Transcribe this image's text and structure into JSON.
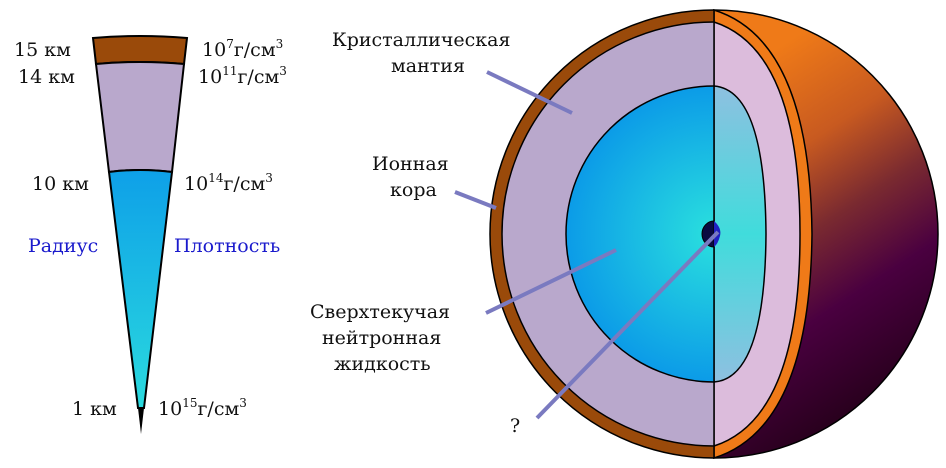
{
  "wedge": {
    "radius_labels": [
      "15 км",
      "14 км",
      "10 км",
      "1 км"
    ],
    "density_labels": [
      {
        "base": "10",
        "exp": "7",
        "unit": "г/см",
        "unit_exp": "3"
      },
      {
        "base": "10",
        "exp": "11",
        "unit": "г/см",
        "unit_exp": "3"
      },
      {
        "base": "10",
        "exp": "14",
        "unit": "г/см",
        "unit_exp": "3"
      },
      {
        "base": "10",
        "exp": "15",
        "unit": "г/см",
        "unit_exp": "3"
      }
    ],
    "axis_left": "Радиус",
    "axis_right": "Плотность"
  },
  "sphere": {
    "labels": {
      "mantle_line1": "Кристаллическая",
      "mantle_line2": "мантия",
      "crust_line1": "Ионная",
      "crust_line2": "кора",
      "fluid_line1": "Сверхтекучая",
      "fluid_line2": "нейтронная",
      "fluid_line3": "жидкость",
      "core": "?"
    }
  },
  "colors": {
    "crust": "#9a4a0a",
    "mantle": "#b9a8cc",
    "mantle_cut": "#dcbcdc",
    "fluid_outer": "#0a9be6",
    "fluid_inner": "#2ad6de",
    "core": "#0a0a40",
    "leader": "#7a7ac0",
    "surface_top": "#ef7a18",
    "surface_bottom": "#200010",
    "label_blue": "#1a1acc"
  }
}
